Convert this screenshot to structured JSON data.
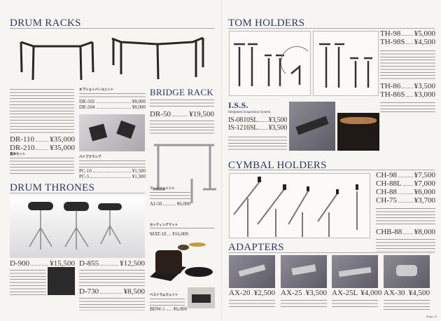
{
  "left_page": {
    "drum_racks": {
      "title": "DRUM RACKS",
      "products": [
        {
          "model": "DR-110",
          "price": "¥35,000"
        },
        {
          "model": "DR-210",
          "price": "¥35,000"
        }
      ],
      "basic_set_label": "基本セット",
      "option_bar": {
        "label": "オプションバーユニット",
        "items": [
          {
            "model": "DR-502",
            "price": "¥8,000"
          },
          {
            "model": "DR-504",
            "price": "¥8,000"
          }
        ]
      },
      "pipe_clamp": {
        "label": "パイプクランプ",
        "items": [
          {
            "model": "PC-10",
            "price": "¥1,500"
          },
          {
            "model": "PC-5",
            "price": "¥1,300"
          }
        ]
      }
    },
    "bridge_rack": {
      "title": "BRIDGE RACK",
      "model": "DR-50",
      "price": "¥19,500"
    },
    "drum_thrones": {
      "title": "DRUM THRONES",
      "products": [
        {
          "model": "D-900",
          "price": "¥15,500"
        },
        {
          "model": "D-855",
          "price": "¥12,500"
        },
        {
          "model": "D-730",
          "price": "¥8,500"
        }
      ]
    },
    "arm_joint": {
      "label": "アームジョイント",
      "model": "AJ-50",
      "price": "¥6,000"
    },
    "setting_mat": {
      "label": "セッティングマット",
      "model": "MAT-10",
      "price": "¥16,000"
    },
    "bass_drum_weight": {
      "label": "ベストラムウェイト",
      "model": "BDW-1",
      "price": "¥6,000"
    }
  },
  "right_page": {
    "tom_holders": {
      "title": "TOM HOLDERS",
      "products": [
        {
          "model": "TH-98",
          "price": "¥5,000"
        },
        {
          "model": "TH-98S",
          "price": "¥4,500"
        },
        {
          "model": "TH-86",
          "price": "¥3,500"
        },
        {
          "model": "TH-86S",
          "price": "¥3,000"
        }
      ]
    },
    "iss": {
      "title": "I.S.S.",
      "subtitle": "Integrated Suspension System",
      "products": [
        {
          "model": "IS-0810SL",
          "price": "¥3,500"
        },
        {
          "model": "IS-1216SL",
          "price": "¥3,500"
        }
      ]
    },
    "cymbal_holders": {
      "title": "CYMBAL HOLDERS",
      "products": [
        {
          "model": "CH-98",
          "price": "¥7,500"
        },
        {
          "model": "CH-88L",
          "price": "¥7,000"
        },
        {
          "model": "CH-88",
          "price": "¥6,000"
        },
        {
          "model": "CH-75",
          "price": "¥3,700"
        },
        {
          "model": "CHB-88",
          "price": "¥8,000"
        }
      ]
    },
    "adapters": {
      "title": "ADAPTERS",
      "products": [
        {
          "model": "AX-20",
          "price": "¥2,500"
        },
        {
          "model": "AX-25",
          "price": "¥3,500"
        },
        {
          "model": "AX-25L",
          "price": "¥4,000"
        },
        {
          "model": "AX-30",
          "price": "¥4,500"
        }
      ]
    },
    "page_number": "Page 31"
  }
}
